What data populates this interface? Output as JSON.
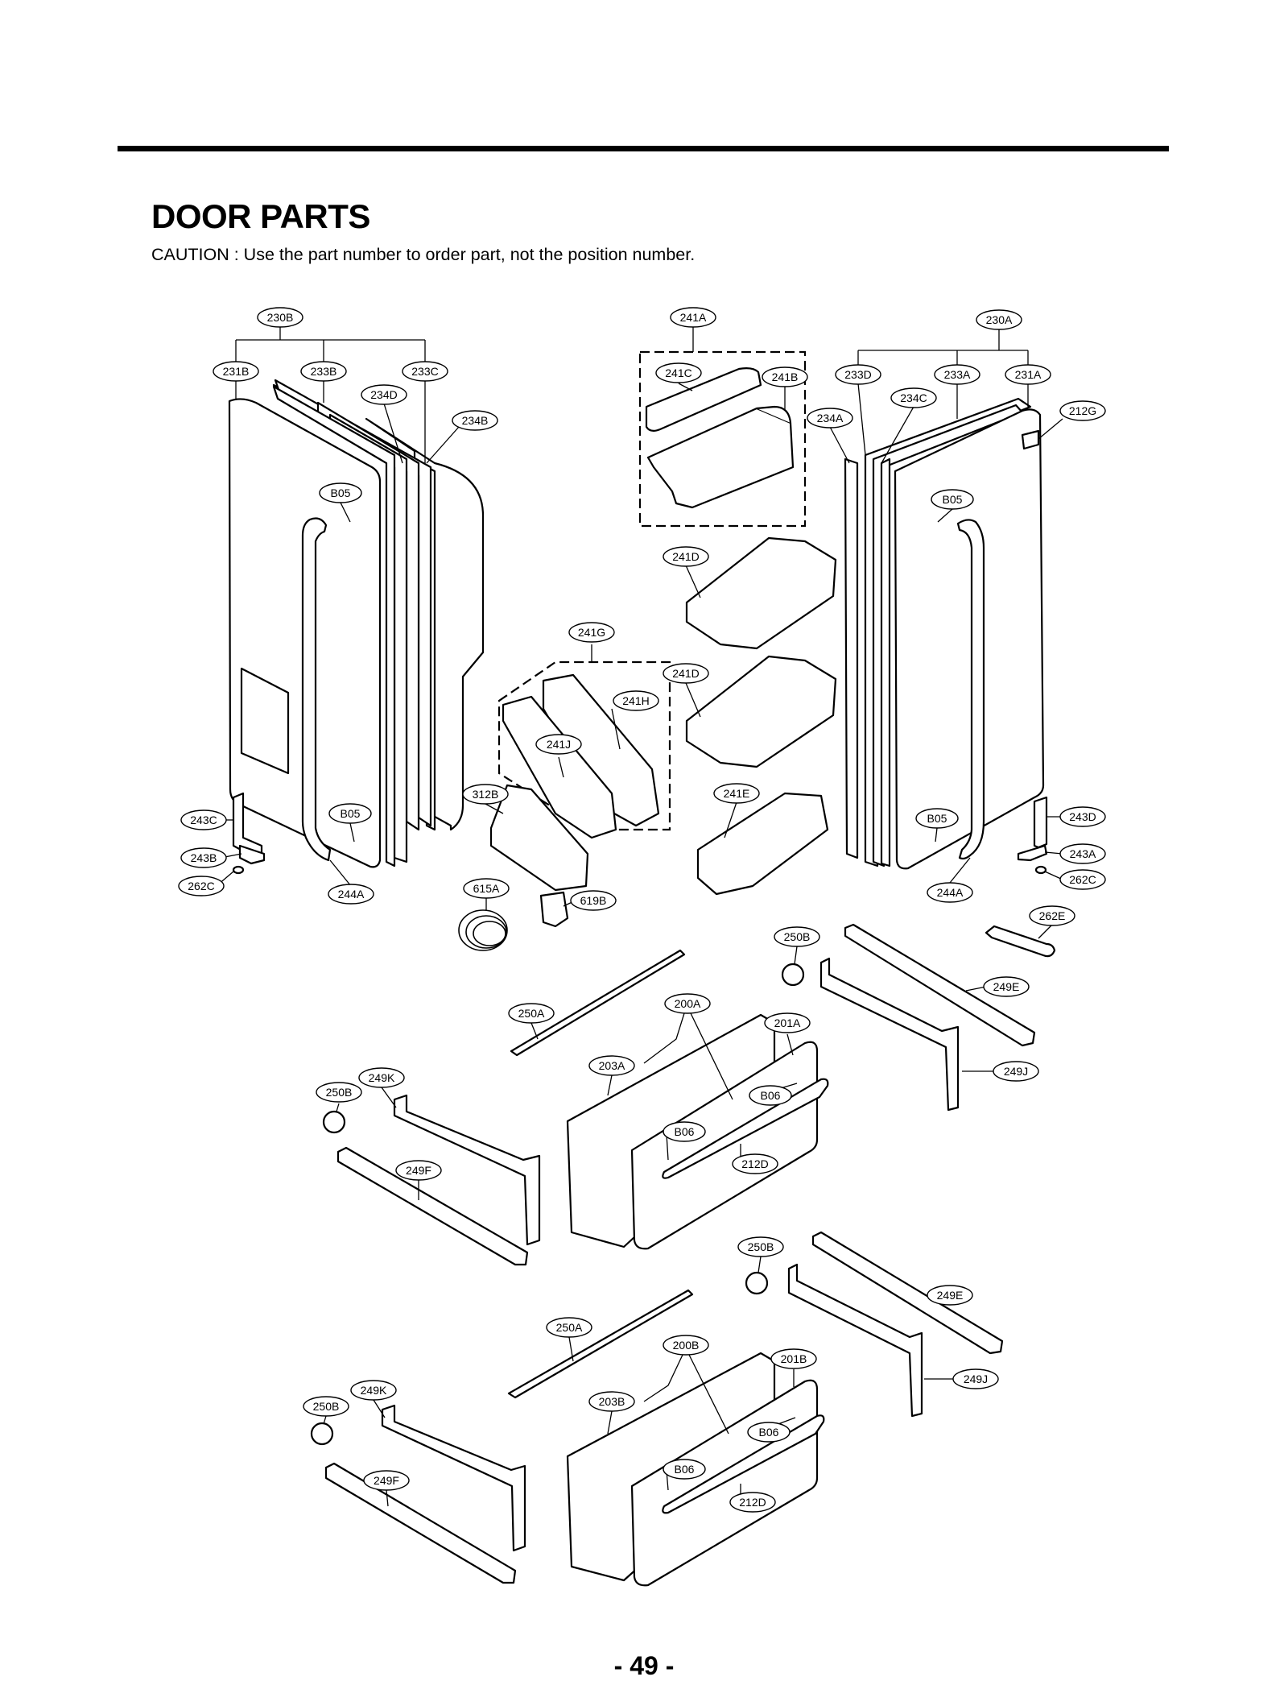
{
  "header": {
    "title": "DOOR PARTS",
    "caution": "CAUTION : Use the part number to order part, not the position number."
  },
  "footer": {
    "page_number": "- 49 -"
  },
  "callouts": [
    "230B",
    "231B",
    "233B",
    "233C",
    "234D",
    "234B",
    "B05",
    "241A",
    "241C",
    "241B",
    "234A",
    "233D",
    "233A",
    "231A",
    "234C",
    "230A",
    "212G",
    "B05",
    "241D",
    "241G",
    "241D",
    "241H",
    "241J",
    "312B",
    "241E",
    "243C",
    "B05",
    "243B",
    "262C",
    "244A",
    "615A",
    "619B",
    "B05",
    "243D",
    "243A",
    "262C",
    "244A",
    "262E",
    "250B",
    "249E",
    "250A",
    "200A",
    "201A",
    "249J",
    "203A",
    "250B",
    "249K",
    "B06",
    "B06",
    "249F",
    "212D",
    "250B",
    "249E",
    "250A",
    "200B",
    "201B",
    "249J",
    "203B",
    "250B",
    "249K",
    "B06",
    "B06",
    "249F",
    "212D"
  ]
}
